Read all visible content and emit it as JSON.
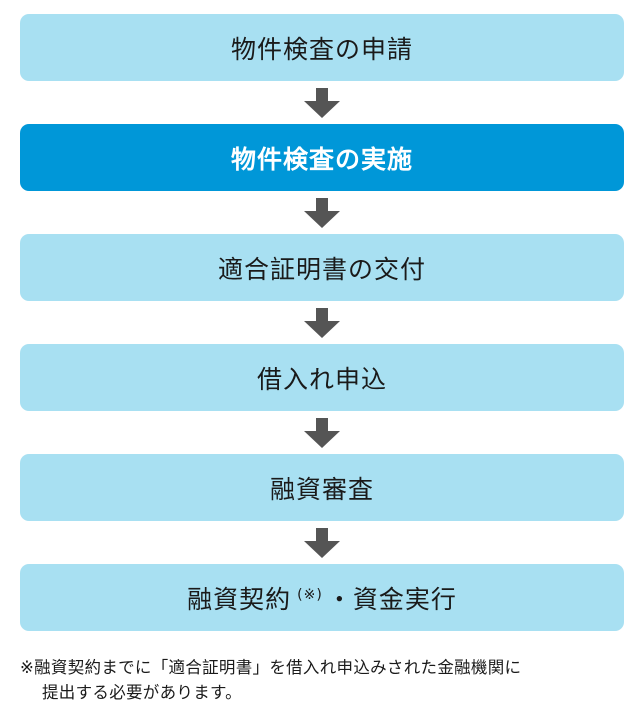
{
  "steps": [
    {
      "label": "物件検査の申請"
    },
    {
      "label": "物件検査の実施"
    },
    {
      "label": "適合証明書の交付"
    },
    {
      "label": "借入れ申込"
    },
    {
      "label": "融資審査"
    },
    {
      "label": "融資契約",
      "mark": "(※)",
      "suffix": "・資金実行"
    }
  ],
  "note": {
    "line1": "※融資契約までに「適合証明書」を借入れ申込みされた金融機関に",
    "line2": "提出する必要があります。"
  },
  "colors": {
    "step_bg": "#a8e0f2",
    "step_active_bg": "#0097d8",
    "arrow": "#555555",
    "text": "#1a1a1a"
  }
}
